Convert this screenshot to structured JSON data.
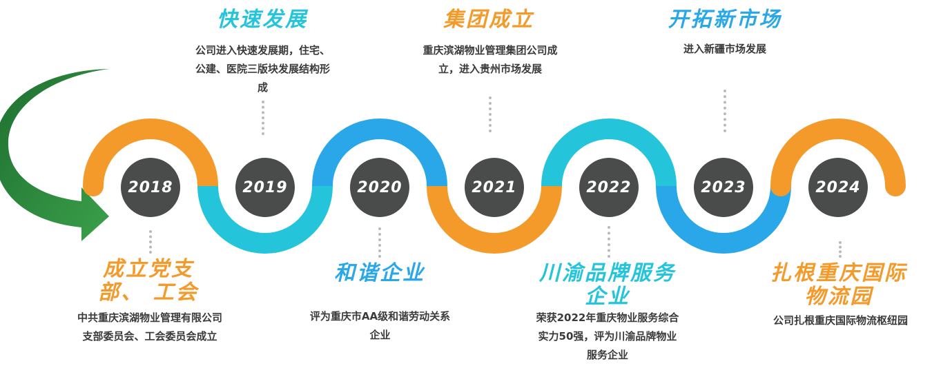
{
  "timeline": {
    "years": [
      "2018",
      "2019",
      "2020",
      "2021",
      "2022",
      "2023",
      "2024"
    ],
    "events": [
      {
        "title": "成立党支\n部、 工会",
        "desc": "中共重庆滨湖物业管理有限公司支部委员会、工会委员会成立"
      },
      {
        "title": "快速发展",
        "desc": "公司进入快速发展期，住宅、公建、医院三版块发展结构形成"
      },
      {
        "title": "和谐企业",
        "desc": "评为重庆市AA级和谐劳动关系企业"
      },
      {
        "title": "集团成立",
        "desc": "重庆滨湖物业管理集团公司成立，进入贵州市场发展"
      },
      {
        "title": "川渝品牌服务\n企业",
        "desc": "荣获2022年重庆物业服务综合实力50强，评为川渝品牌物业服务企业"
      },
      {
        "title": "开拓新市场",
        "desc": "进入新疆市场发展"
      },
      {
        "title": "扎根重庆国际\n物流园",
        "desc": "公司扎根重庆国际物流枢纽园"
      }
    ]
  },
  "colors": {
    "orange": "#f39a2a",
    "cyan": "#24c4da",
    "blue": "#2aa7e8",
    "circle": "#4a4c4c",
    "arrow": "#2e8b3a",
    "dots": "#b9b9b9"
  },
  "icons": {
    "start_arrow": "curved-arrow-icon"
  }
}
